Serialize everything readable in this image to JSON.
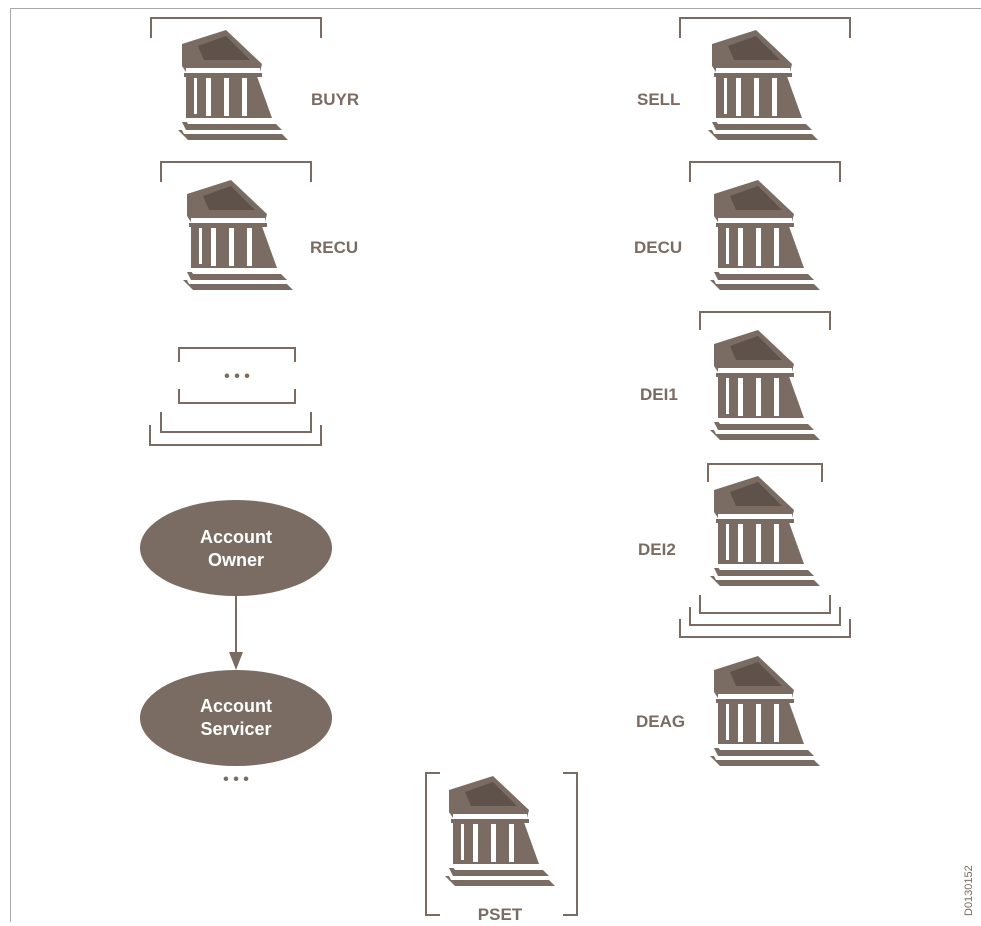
{
  "colors": {
    "building": "#7a6c62",
    "bracket": "#7a6c62",
    "label": "#7a6c62",
    "ellipse_fill": "#7a6c62",
    "ellipse_text": "#ffffff",
    "frame": "#a8a8a8",
    "background": "#ffffff"
  },
  "labels": {
    "buyr": "BUYR",
    "recu": "RECU",
    "sell": "SELL",
    "decu": "DECU",
    "dei1": "DEI1",
    "dei2": "DEI2",
    "deag": "DEAG",
    "pset": "PSET"
  },
  "ellipses": {
    "owner_line1": "Account",
    "owner_line2": "Owner",
    "servicer_line1": "Account",
    "servicer_line2": "Servicer"
  },
  "ellipsis_mid": "• • •",
  "ellipsis_bottom": "• • •",
  "figure_id": "D0130152",
  "icons": {
    "institution": "bank-building-icon"
  }
}
